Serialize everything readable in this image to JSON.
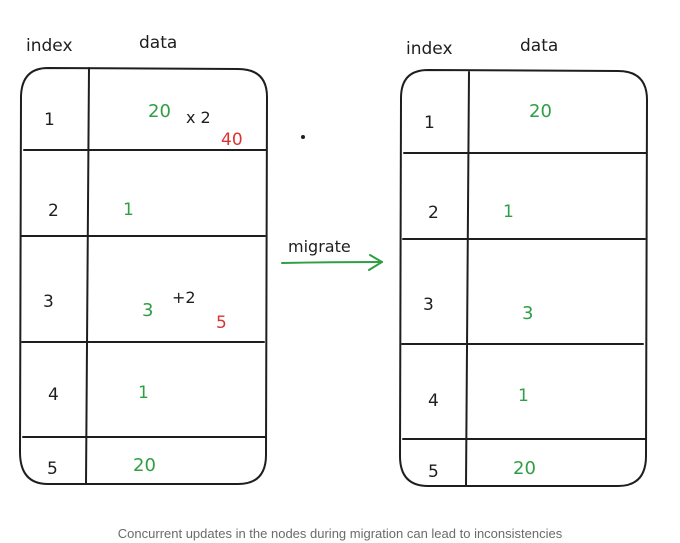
{
  "diagram": {
    "before": {
      "header": {
        "index": "index",
        "data": "data"
      },
      "rows": [
        {
          "index": "1",
          "value": "20",
          "op": "x 2",
          "result": "40"
        },
        {
          "index": "2",
          "value": "1"
        },
        {
          "index": "3",
          "value": "3",
          "op": "+2",
          "result": "5"
        },
        {
          "index": "4",
          "value": "1"
        },
        {
          "index": "5",
          "value": "20"
        }
      ]
    },
    "arrow_label": "migrate",
    "after": {
      "header": {
        "index": "index",
        "data": "data"
      },
      "rows": [
        {
          "index": "1",
          "value": "20"
        },
        {
          "index": "2",
          "value": "1"
        },
        {
          "index": "3",
          "value": "3"
        },
        {
          "index": "4",
          "value": "1"
        },
        {
          "index": "5",
          "value": "20"
        }
      ]
    },
    "caption": "Concurrent updates in the nodes during migration can lead to inconsistencies",
    "colors": {
      "ink": "#1e1e1e",
      "value": "#2f9e44",
      "changed": "#e03131"
    }
  }
}
